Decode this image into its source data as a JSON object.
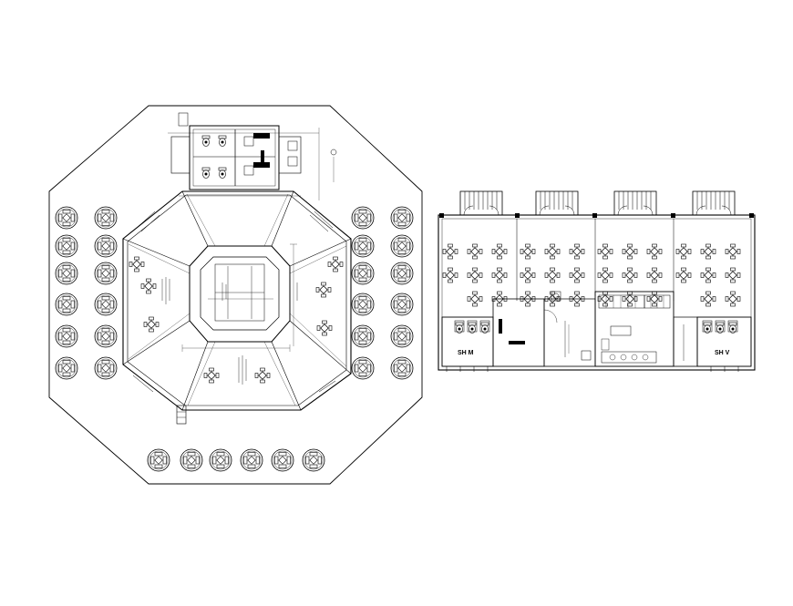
{
  "drawing": {
    "stroke_color": "#000000",
    "background": "#ffffff"
  },
  "left_plan": {
    "shape": "octagonal pavilion",
    "table_icon": "round-table-with-four-chairs-icon",
    "interior_table_icon": "square-table-with-chairs-icon"
  },
  "right_plan": {
    "shape": "rectangular restaurant",
    "restroom_labels": {
      "men": "SH M",
      "women": "SH V"
    },
    "entrance_count": 4
  }
}
